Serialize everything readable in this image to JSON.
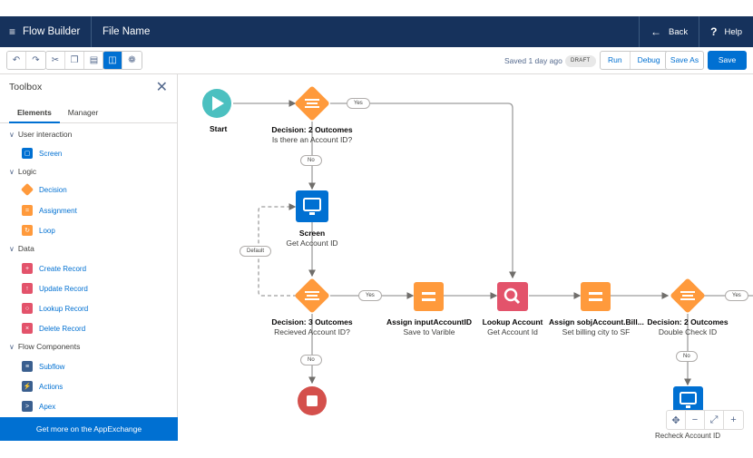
{
  "header": {
    "app_title": "Flow Builder",
    "file_name": "File Name",
    "back_label": "Back",
    "help_label": "Help"
  },
  "toolbar": {
    "undo_icon": "undo-icon",
    "redo_icon": "redo-icon",
    "cut_icon": "cut-icon",
    "copy_icon": "copy-icon",
    "paste_icon": "paste-icon",
    "toggle_panel_icon": "panel-icon",
    "settings_icon": "gear-icon",
    "saved_text": "Saved 1 day ago",
    "draft_badge": "DRAFT",
    "run_label": "Run",
    "debug_label": "Debug",
    "save_as_label": "Save As",
    "save_label": "Save"
  },
  "toolbox": {
    "title": "Toolbox",
    "tabs": [
      "Elements",
      "Manager"
    ],
    "sections": [
      {
        "label": "User interaction",
        "items": [
          {
            "label": "Screen",
            "color": "#0070d2"
          }
        ]
      },
      {
        "label": "Logic",
        "items": [
          {
            "label": "Decision",
            "color": "#ff9a3c"
          },
          {
            "label": "Assignment",
            "color": "#ff9a3c"
          },
          {
            "label": "Loop",
            "color": "#ff9a3c"
          }
        ]
      },
      {
        "label": "Data",
        "items": [
          {
            "label": "Create Record",
            "color": "#e3536b"
          },
          {
            "label": "Update Record",
            "color": "#e3536b"
          },
          {
            "label": "Lookup Record",
            "color": "#e3536b"
          },
          {
            "label": "Delete Record",
            "color": "#e3536b"
          }
        ]
      },
      {
        "label": "Flow Components",
        "items": [
          {
            "label": "Subflow",
            "color": "#3a5f8f"
          },
          {
            "label": "Actions",
            "color": "#3a5f8f"
          },
          {
            "label": "Apex",
            "color": "#3a5f8f"
          }
        ]
      }
    ],
    "appexchange_label": "Get more on the AppExchange"
  },
  "canvas": {
    "nodes": {
      "start": {
        "label": "Start"
      },
      "decision1": {
        "label": "Decision: 2 Outcomes",
        "sub": "Is there an Account ID?"
      },
      "screen1": {
        "label": "Screen",
        "sub": "Get Account ID"
      },
      "decision2": {
        "label": "Decision: 3 Outcomes",
        "sub": "Recieved Account ID?"
      },
      "assign1": {
        "label": "Assign inputAccountID",
        "sub": "Save to Varible"
      },
      "lookup": {
        "label": "Lookup Account",
        "sub": "Get Account Id"
      },
      "assign2": {
        "label": "Assign sobjAccount.Bill...",
        "sub": "Set billing city to SF"
      },
      "decision3": {
        "label": "Decision: 2 Outcomes",
        "sub": "Double Check ID"
      },
      "screen2": {
        "label": "Recheck Account ID"
      }
    },
    "connectors": {
      "yes1": "Yes",
      "no1": "No",
      "default": "Default",
      "yes2": "Yes",
      "no2": "No",
      "yes3": "Yes",
      "no3": "No"
    },
    "colors": {
      "start": "#4bc0c0",
      "decision": "#ff9a3c",
      "screen": "#0070d2",
      "assignment": "#ff9a3c",
      "lookup": "#e3536b",
      "stop": "#d4504c"
    },
    "zoom_controls": [
      "move-icon",
      "zoom-out-icon",
      "fit-icon",
      "zoom-in-icon"
    ]
  }
}
